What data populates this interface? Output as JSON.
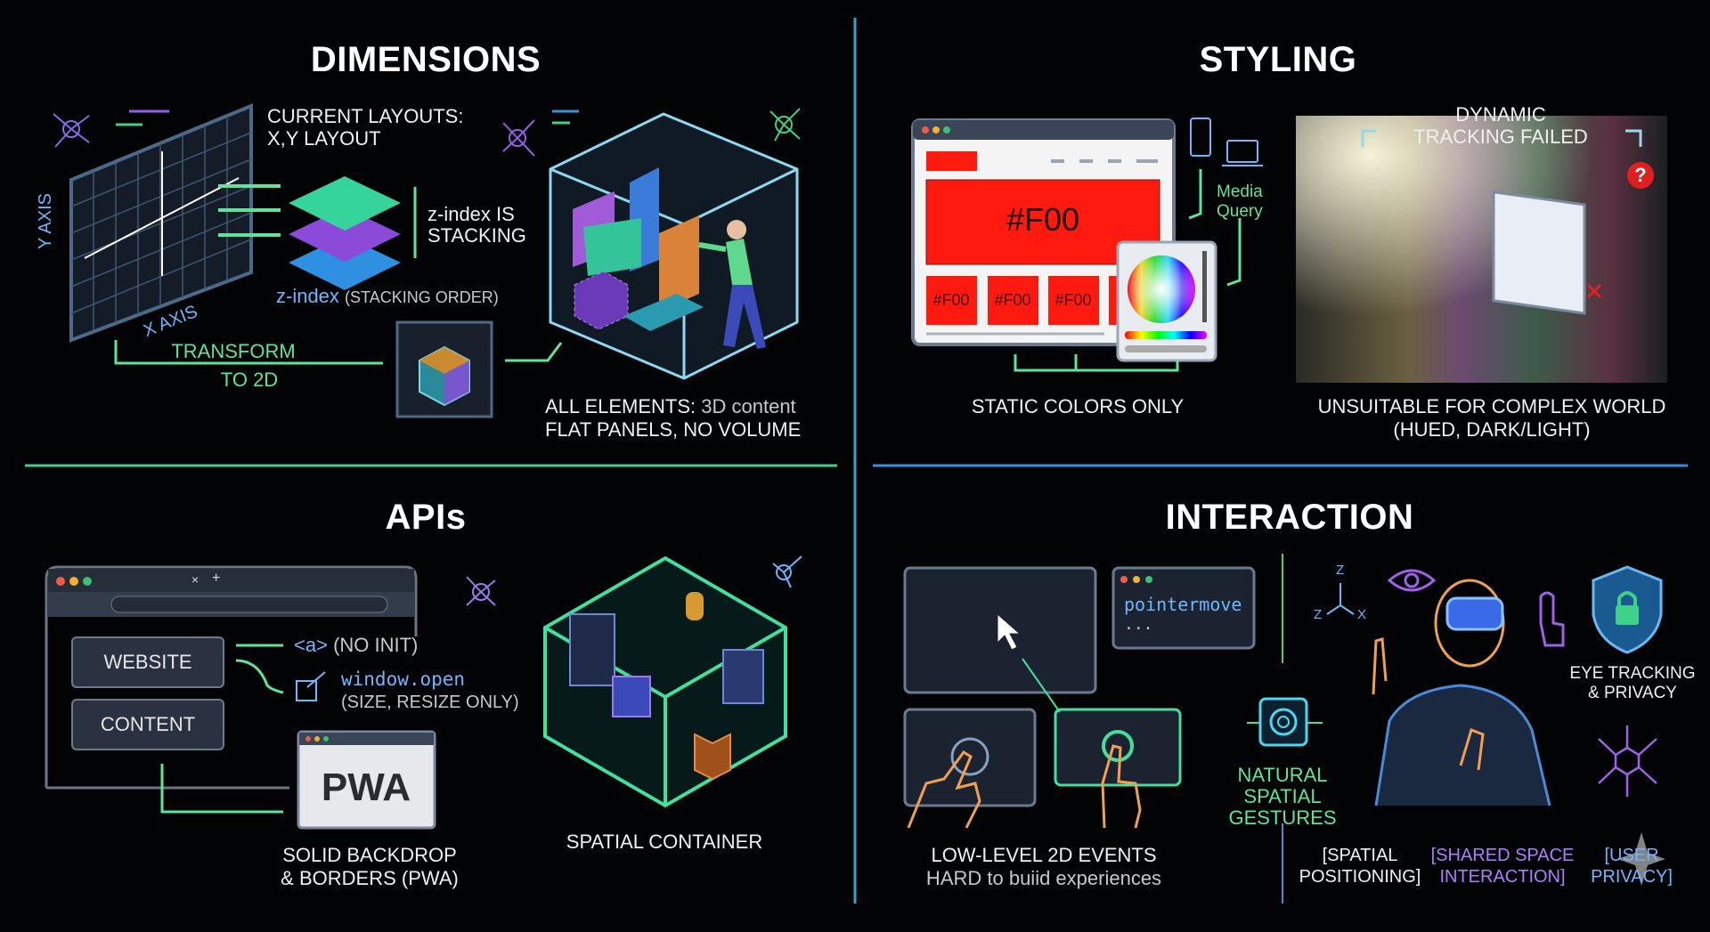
{
  "colors": {
    "background": "#020304",
    "divider_vertical": "#3aa0c8",
    "divider_left": "#3fd08a",
    "divider_right": "#3a8fd8",
    "accent_green": "#5fe39a",
    "accent_blue": "#6fb6ff",
    "accent_purple": "#b07cff",
    "static_red": "#ff1a10"
  },
  "dimensions": {
    "title": "DIMENSIONS",
    "current_layouts": "CURRENT LAYOUTS:",
    "xy_layout": "X,Y LAYOUT",
    "y_axis": "Y AXIS",
    "x_axis": "X AXIS",
    "z_index_is": "z-index IS",
    "stacking": "STACKING",
    "z_index": "z-index",
    "stacking_order": "(STACKING ORDER)",
    "transform": "TRANSFORM",
    "to_2d": "TO 2D",
    "all_elements": "ALL ELEMENTS:",
    "content_3d": "3D content",
    "flat_panels": "FLAT PANELS, NO VOLUME"
  },
  "styling": {
    "title": "STYLING",
    "hero_color": "#F00",
    "card_colors": [
      "#F00",
      "#F00",
      "#F00"
    ],
    "media": "Media",
    "query": "Query",
    "static_colors": "STATIC COLORS ONLY",
    "dynamic": "DYNAMIC",
    "tracking_failed": "TRACKING FAILED",
    "question_mark": "?",
    "unsuitable": "UNSUITABLE FOR COMPLEX WORLD",
    "hued": "(HUED, DARK/LIGHT)"
  },
  "apis": {
    "title": "APIs",
    "tab_close": "×",
    "tab_new": "+",
    "website": "WEBSITE",
    "content": "CONTENT",
    "anchor": "<a>",
    "no_init": "(NO INIT)",
    "window_open": "window.open",
    "size_resize": "(SIZE, RESIZE ONLY)",
    "pwa": "PWA",
    "solid_backdrop": "SOLID BACKDROP",
    "borders_pwa": "& BORDERS (PWA)",
    "spatial_container": "SPATIAL CONTAINER"
  },
  "interaction": {
    "title": "INTERACTION",
    "pointermove": "pointermove",
    "ellipsis": "...",
    "natural": "NATURAL",
    "spatial": "SPATIAL",
    "gestures": "GESTURES",
    "axis_z": "Z",
    "axis_z2": "Z",
    "axis_x": "X",
    "eye_tracking": "EYE TRACKING",
    "privacy": "& PRIVACY",
    "low_level": "LOW-LEVEL 2D EVENTS",
    "hard_to_build": "HARD to buiid experiences",
    "spatial_positioning_1": "[SPATIAL",
    "spatial_positioning_2": "POSITIONING]",
    "shared_space_1": "[SHARED SPACE",
    "shared_space_2": "INTERACTION]",
    "user_privacy_1": "[USER",
    "user_privacy_2": "PRIVACY]"
  }
}
